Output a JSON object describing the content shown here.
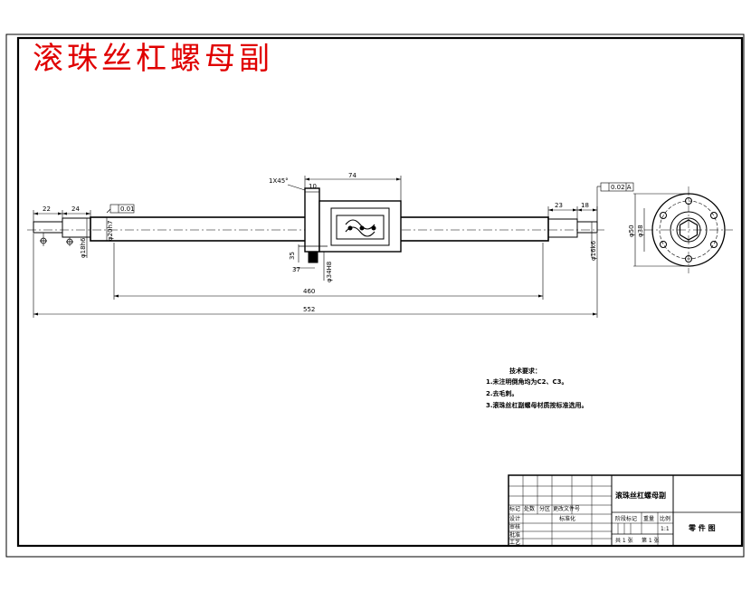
{
  "drawing_title": "滚珠丝杠螺母副",
  "dimensions": {
    "d_22": "22",
    "d_24": "24",
    "d_74": "74",
    "d_10": "10",
    "chamfer": "1X45°",
    "d_23": "23",
    "d_18": "18",
    "d_460": "460",
    "d_552": "552",
    "d_35": "35",
    "d_37": "37",
    "phi20h7": "φ20h7",
    "phi18h6": "φ18h6",
    "phi34": "φ34H8",
    "phi16k6": "φ16k6",
    "phi50": "φ50",
    "phi38": "φ38",
    "tol_left": "0.01",
    "tol_right": "0.02 A"
  },
  "tech_notes": {
    "heading": "技术要求：",
    "items": [
      "1.未注明倒角均为C2、C3。",
      "2.去毛刺。",
      "3.滚珠丝杠副螺母材质按标准选用。"
    ]
  },
  "title_block": {
    "part_name": "滚珠丝杠螺母副",
    "drawing_type": "零 件 图",
    "labels": [
      "标记",
      "处数",
      "分区",
      "更改文件号",
      "设计",
      "审核",
      "工艺",
      "标准化",
      "批准",
      "阶段标记",
      "重量",
      "比例"
    ],
    "scale": "1:1",
    "sheet_total": "共 1 张",
    "sheet_num": "第 1 张"
  }
}
